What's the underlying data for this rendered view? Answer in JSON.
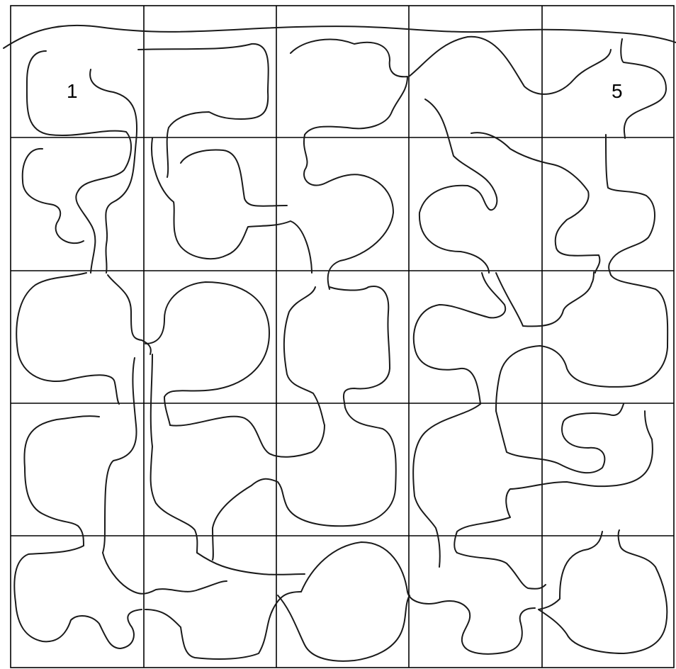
{
  "puzzle": {
    "rows": 5,
    "cols": 5,
    "labels": {
      "cell_1": "1",
      "cell_5": "5"
    },
    "stroke_color": "#1a1a1a",
    "grid_color": "#000000",
    "background": "#ffffff"
  }
}
